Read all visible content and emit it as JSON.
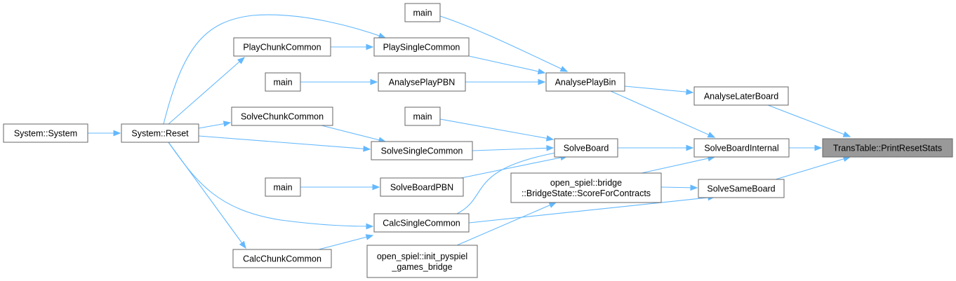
{
  "diagram": {
    "type": "call-graph",
    "root_node": "TransTable::PrintResetStats",
    "nodes": [
      {
        "id": "trans",
        "lines": [
          "TransTable::PrintResetStats"
        ],
        "root": true
      },
      {
        "id": "alb",
        "lines": [
          "AnalyseLaterBoard"
        ]
      },
      {
        "id": "sbi",
        "lines": [
          "SolveBoardInternal"
        ]
      },
      {
        "id": "ssb",
        "lines": [
          "SolveSameBoard"
        ]
      },
      {
        "id": "apb",
        "lines": [
          "AnalysePlayBin"
        ]
      },
      {
        "id": "sb",
        "lines": [
          "SolveBoard"
        ]
      },
      {
        "id": "sfc",
        "lines": [
          "open_spiel::bridge",
          "::BridgeState::ScoreForContracts"
        ]
      },
      {
        "id": "main1",
        "lines": [
          "main"
        ]
      },
      {
        "id": "psc",
        "lines": [
          "PlaySingleCommon"
        ]
      },
      {
        "id": "apbn",
        "lines": [
          "AnalysePlayPBN"
        ]
      },
      {
        "id": "main3",
        "lines": [
          "main"
        ]
      },
      {
        "id": "ssc",
        "lines": [
          "SolveSingleCommon"
        ]
      },
      {
        "id": "sbpbn",
        "lines": [
          "SolveBoardPBN"
        ]
      },
      {
        "id": "csc",
        "lines": [
          "CalcSingleCommon"
        ]
      },
      {
        "id": "ipgb",
        "lines": [
          "open_spiel::init_pyspiel",
          "_games_bridge"
        ]
      },
      {
        "id": "pcc",
        "lines": [
          "PlayChunkCommon"
        ]
      },
      {
        "id": "main2",
        "lines": [
          "main"
        ]
      },
      {
        "id": "scc",
        "lines": [
          "SolveChunkCommon"
        ]
      },
      {
        "id": "main4",
        "lines": [
          "main"
        ]
      },
      {
        "id": "ccc",
        "lines": [
          "CalcChunkCommon"
        ]
      },
      {
        "id": "reset",
        "lines": [
          "System::Reset"
        ]
      },
      {
        "id": "sys",
        "lines": [
          "System::System"
        ]
      }
    ],
    "edges": [
      {
        "from": "alb",
        "to": "trans"
      },
      {
        "from": "sbi",
        "to": "trans"
      },
      {
        "from": "ssb",
        "to": "trans"
      },
      {
        "from": "apb",
        "to": "alb"
      },
      {
        "from": "apb",
        "to": "sbi"
      },
      {
        "from": "sb",
        "to": "sbi"
      },
      {
        "from": "sfc",
        "to": "sbi"
      },
      {
        "from": "sfc",
        "to": "ssb"
      },
      {
        "from": "csc",
        "to": "ssb"
      },
      {
        "from": "main1",
        "to": "apb"
      },
      {
        "from": "psc",
        "to": "apb"
      },
      {
        "from": "apbn",
        "to": "apb"
      },
      {
        "from": "main3",
        "to": "sb"
      },
      {
        "from": "ssc",
        "to": "sb"
      },
      {
        "from": "sbpbn",
        "to": "sb"
      },
      {
        "from": "csc",
        "to": "sb"
      },
      {
        "from": "ipgb",
        "to": "sfc"
      },
      {
        "from": "pcc",
        "to": "psc"
      },
      {
        "from": "reset",
        "to": "psc"
      },
      {
        "from": "main2",
        "to": "apbn"
      },
      {
        "from": "scc",
        "to": "ssc"
      },
      {
        "from": "reset",
        "to": "ssc"
      },
      {
        "from": "main4",
        "to": "sbpbn"
      },
      {
        "from": "ccc",
        "to": "csc"
      },
      {
        "from": "reset",
        "to": "csc"
      },
      {
        "from": "reset",
        "to": "pcc"
      },
      {
        "from": "reset",
        "to": "scc"
      },
      {
        "from": "reset",
        "to": "ccc"
      },
      {
        "from": "sys",
        "to": "reset"
      }
    ],
    "colors": {
      "edge": "#63b8ff",
      "node_border": "#666666",
      "node_fill": "#ffffff",
      "root_fill": "#999999"
    }
  }
}
